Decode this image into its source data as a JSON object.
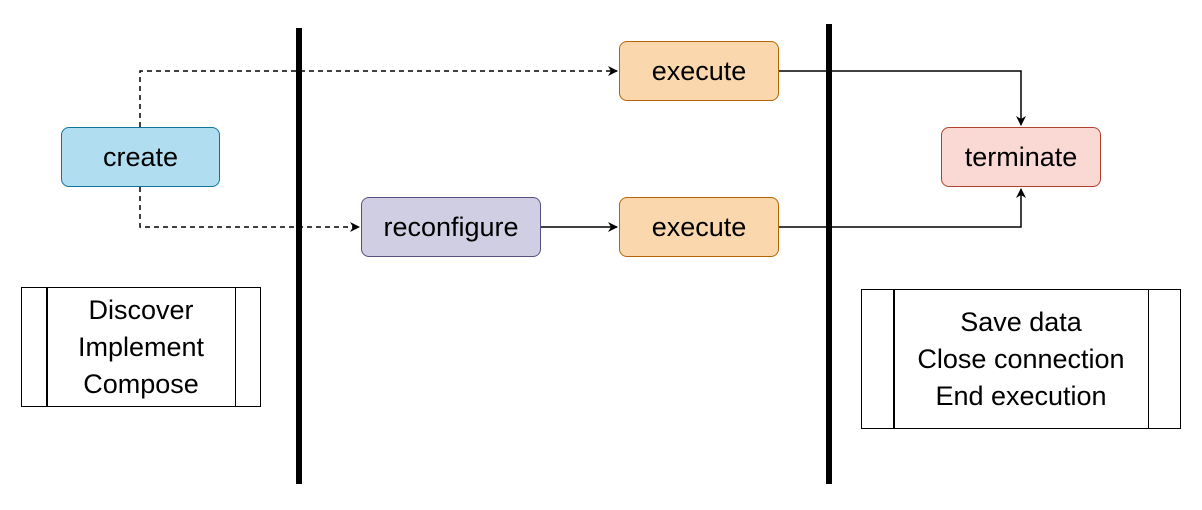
{
  "nodes": {
    "create": "create",
    "reconfigure": "reconfigure",
    "execute_top": "execute",
    "execute_bottom": "execute",
    "terminate": "terminate"
  },
  "process_left": {
    "lines": [
      "Discover",
      "Implement",
      "Compose"
    ]
  },
  "process_right": {
    "lines": [
      "Save data",
      "Close connection",
      "End execution"
    ]
  },
  "colors": {
    "create_fill": "#b1ddf0",
    "create_stroke": "#10739e",
    "reconfigure_fill": "#d0cee2",
    "reconfigure_stroke": "#56517e",
    "execute_fill": "#fad7ac",
    "execute_stroke": "#b46504",
    "terminate_fill": "#fad9d5",
    "terminate_stroke": "#ae4132"
  }
}
